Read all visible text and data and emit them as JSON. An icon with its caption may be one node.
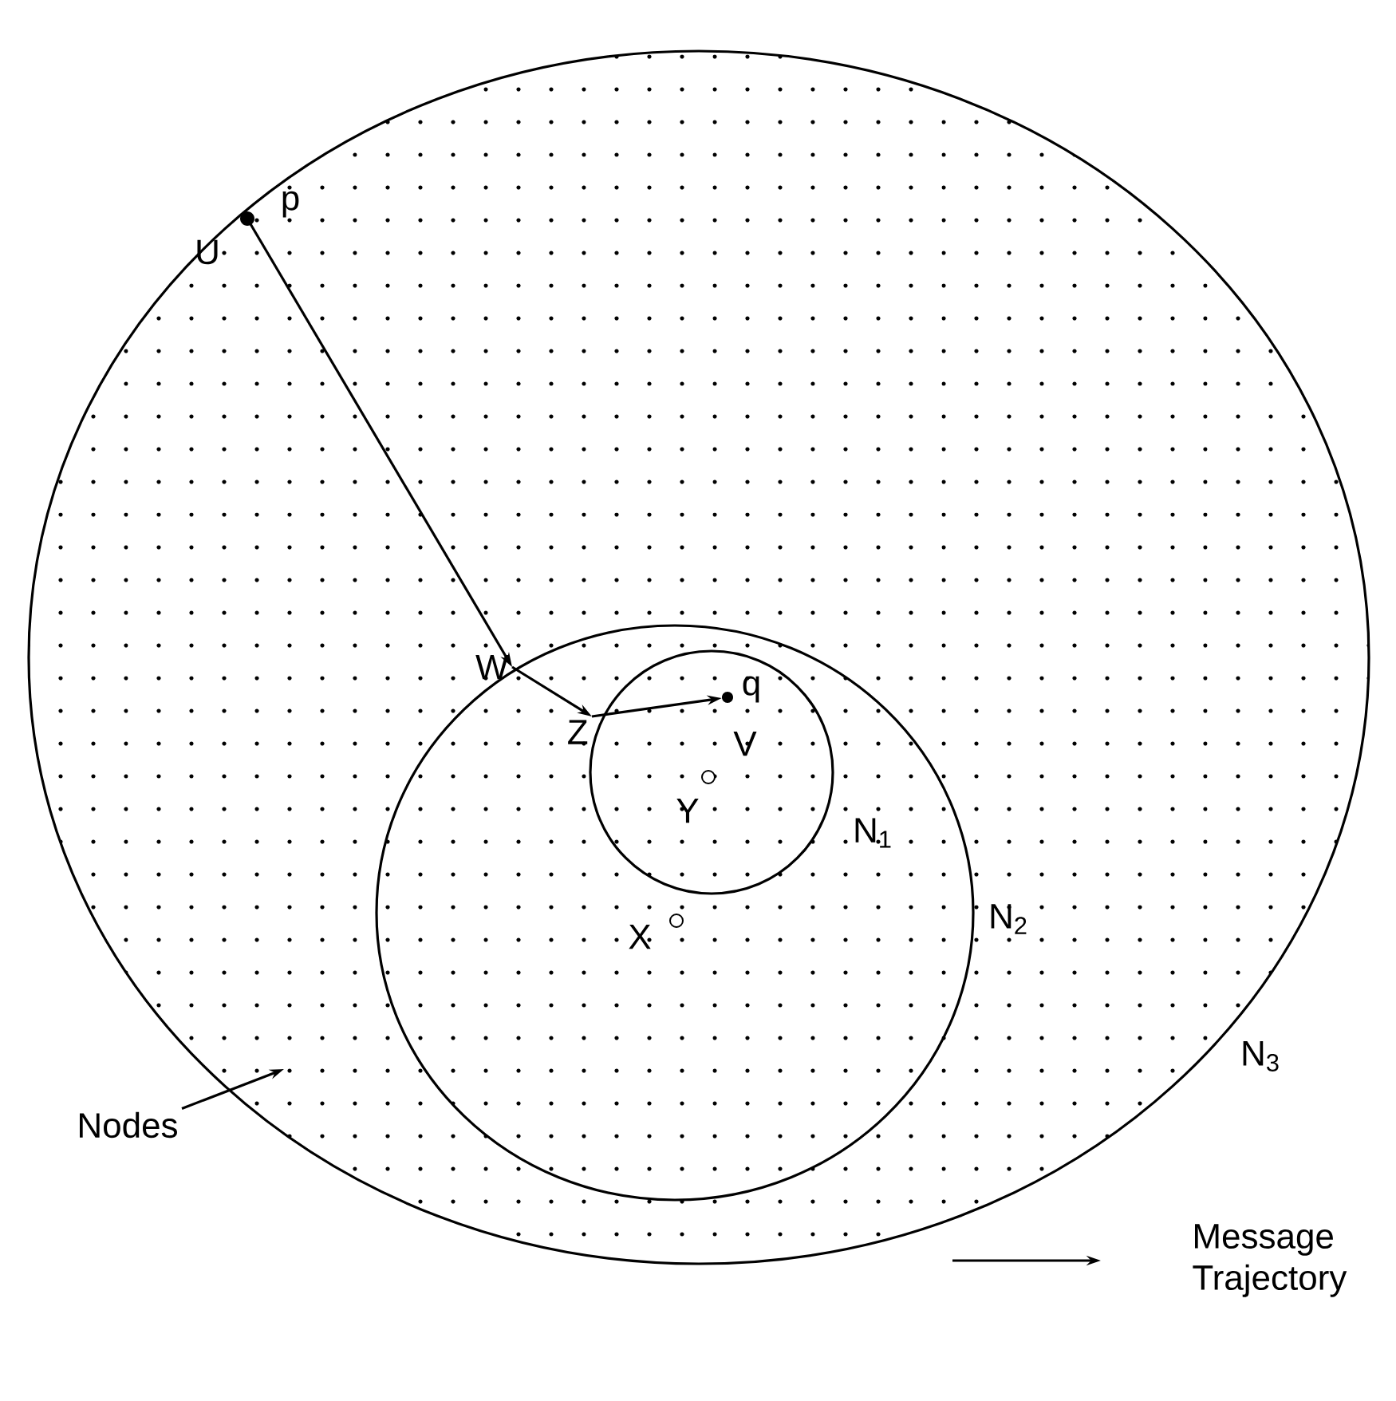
{
  "diagram": {
    "nodes": [
      {
        "text": [
          "N$_{3}$"
        ]
      },
      {
        "text": [
          "N$_{2}$"
        ],
        "in": 0
      },
      {
        "text": [
          "N$_{1}$"
        ],
        "in": 1
      },
      {
        "text": [
          "p"
        ],
        "beside": [
          "U"
        ],
        "in": 0
      },
      {
        "text": [
          "W"
        ],
        "in": 0
      },
      {
        "text": [
          "Z"
        ],
        "in": 1
      },
      {
        "text": [
          "q"
        ],
        "beside": [
          "V"
        ],
        "in": 2
      },
      {
        "text": [
          "Y"
        ],
        "in": 2
      },
      {
        "text": [
          "X"
        ],
        "in": 1
      },
      {
        "text": [
          "Nodes"
        ]
      }
    ],
    "edges": [
      {
        "from": 3,
        "to": 4,
        "arrow": "to"
      },
      {
        "from": 4,
        "to": 5,
        "arrow": "to"
      },
      {
        "from": 5,
        "to": 6,
        "arrow": "to"
      },
      {
        "from": 9,
        "to": null,
        "arrow": "to"
      }
    ],
    "legend": [
      {
        "text": "Message Trajectory"
      }
    ]
  }
}
